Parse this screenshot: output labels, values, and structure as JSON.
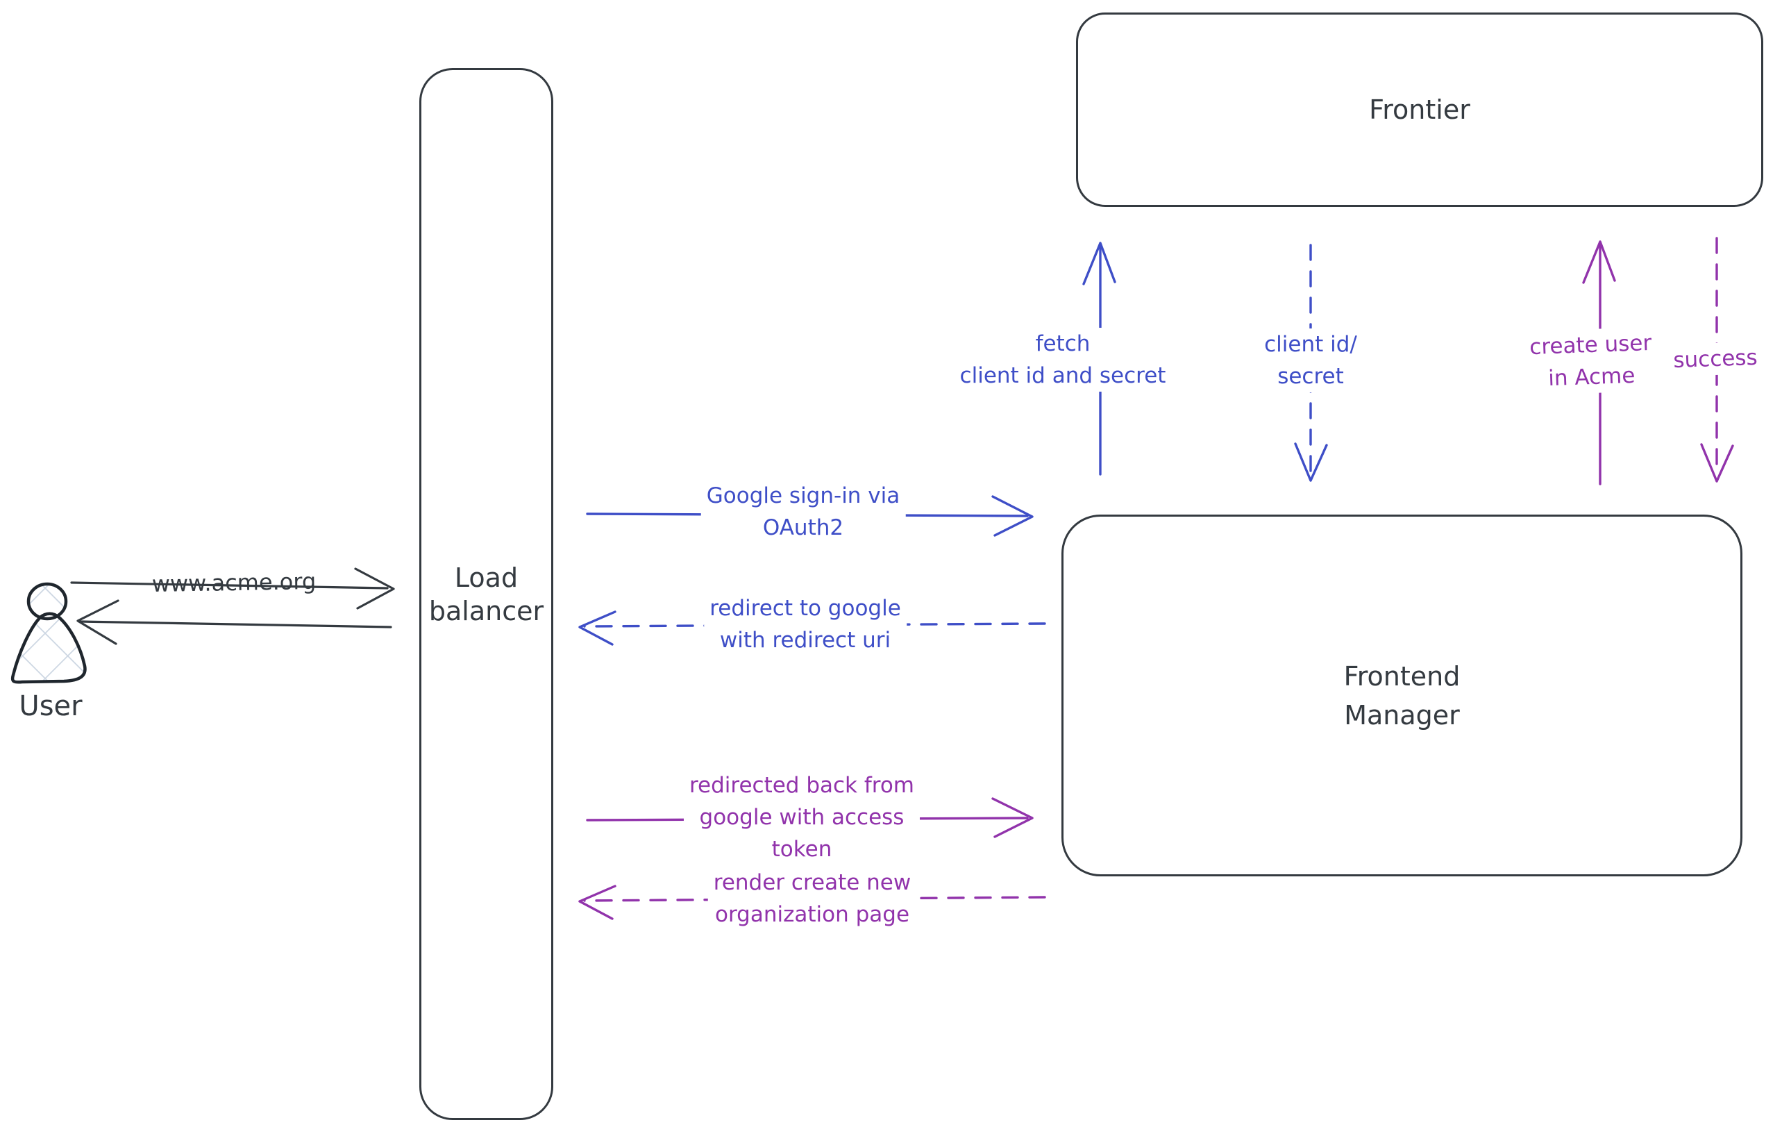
{
  "diagram_type": "architecture-sequence-sketch",
  "colors": {
    "ink": "#343a40",
    "blue": "#3e4ec7",
    "purple": "#9133ab",
    "hatch_fill": "#ccd6e2",
    "background": "#ffffff"
  },
  "nodes": {
    "frontier": {
      "label": "Frontier"
    },
    "frontend_manager": {
      "line1": "Frontend",
      "line2": "Manager"
    },
    "load_balancer": {
      "line1": "Load",
      "line2": "balancer"
    },
    "user": {
      "label": "User"
    }
  },
  "messages": {
    "acme_url": {
      "label": "www.acme.org",
      "from": "user",
      "to": "load_balancer",
      "style": "solid"
    },
    "acme_response": {
      "label": "",
      "from": "load_balancer",
      "to": "user",
      "style": "solid"
    },
    "google_signin": {
      "line1": "Google sign-in via",
      "line2": "OAuth2",
      "from": "load_balancer",
      "to": "frontend_manager",
      "style": "solid",
      "color": "#3e4ec7"
    },
    "redirect_google": {
      "line1": "redirect to google",
      "line2": "with redirect uri",
      "from": "frontend_manager",
      "to": "load_balancer",
      "style": "dashed",
      "color": "#3e4ec7"
    },
    "redirected_back": {
      "line1": "redirected back from",
      "line2": "google with access",
      "line3": "token",
      "from": "load_balancer",
      "to": "frontend_manager",
      "style": "solid",
      "color": "#9133ab"
    },
    "render_org": {
      "line1": "render create new",
      "line2": "organization page",
      "from": "frontend_manager",
      "to": "load_balancer",
      "style": "dashed",
      "color": "#9133ab"
    },
    "fetch_client": {
      "line1": "fetch",
      "line2": "client id and secret",
      "from": "frontend_manager",
      "to": "frontier",
      "style": "solid",
      "color": "#3e4ec7"
    },
    "client_id_secret": {
      "line1": "client id/",
      "line2": "secret",
      "from": "frontier",
      "to": "frontend_manager",
      "style": "dashed",
      "color": "#3e4ec7"
    },
    "create_user": {
      "line1": "create user",
      "line2": "in Acme",
      "from": "frontend_manager",
      "to": "frontier",
      "style": "solid",
      "color": "#9133ab"
    },
    "success": {
      "label": "success",
      "from": "frontier",
      "to": "frontend_manager",
      "style": "dashed",
      "color": "#9133ab"
    }
  }
}
